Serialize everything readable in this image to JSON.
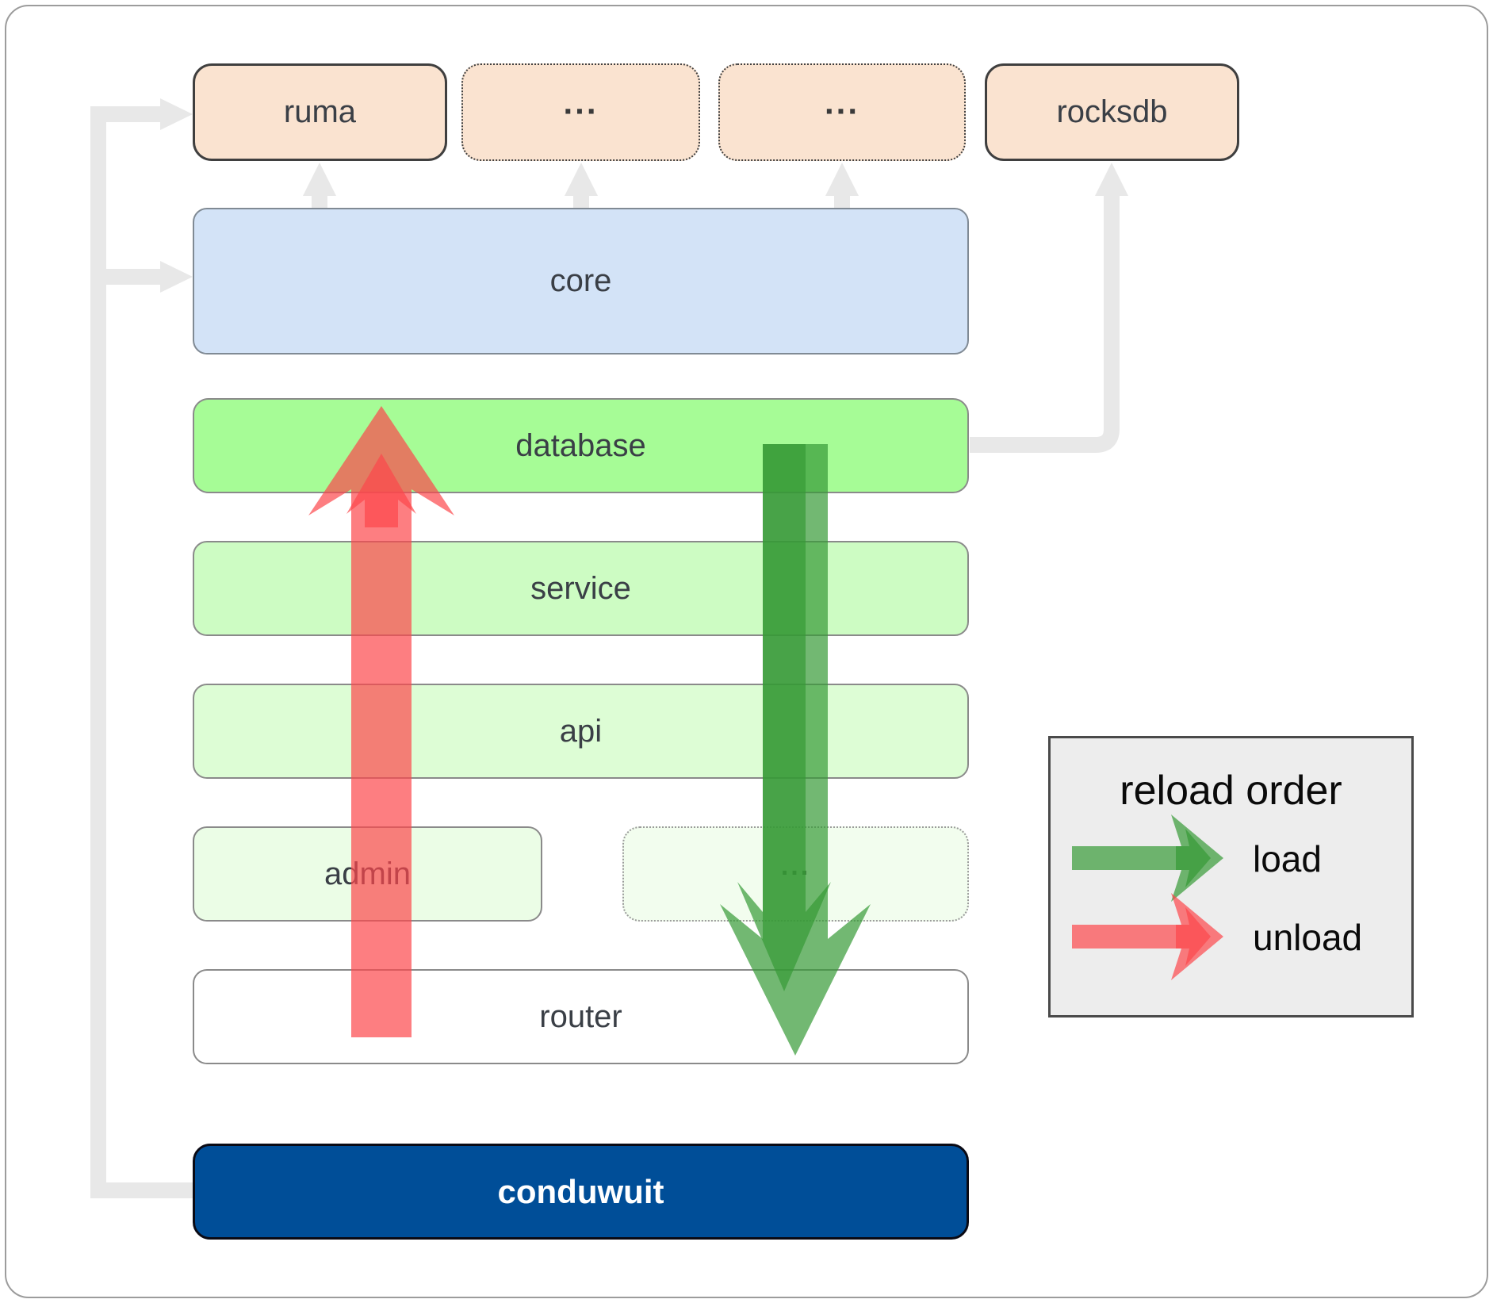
{
  "diagram": {
    "nodes": {
      "ruma": "ruma",
      "dep_more_1": "...",
      "dep_more_2": "...",
      "rocksdb": "rocksdb",
      "core": "core",
      "database": "database",
      "service": "service",
      "api": "api",
      "admin": "admin",
      "admin_more": "...",
      "router": "router",
      "conduwuit": "conduwuit"
    },
    "legend": {
      "title": "reload order",
      "items": [
        {
          "label": "load",
          "color": "rgba(54,154,54,0.7)"
        },
        {
          "label": "unload",
          "color": "rgba(252,71,75,0.7)"
        }
      ]
    },
    "colors": {
      "peach_box": "#fae3d0",
      "core_box": "#d3e3f7",
      "database_box": "#a6fc96",
      "service_box": "#cdfcc3",
      "api_box": "#ddfdd5",
      "admin_box": "#ebfde6",
      "admin_more_box": "#f2fdee",
      "router_box": "#ffffff",
      "conduwuit_box": "#004e98",
      "connector_gray": "#e8e8e8",
      "load_green": "rgba(54,154,54,0.7)",
      "unload_red": "rgba(252,71,75,0.7)"
    }
  }
}
